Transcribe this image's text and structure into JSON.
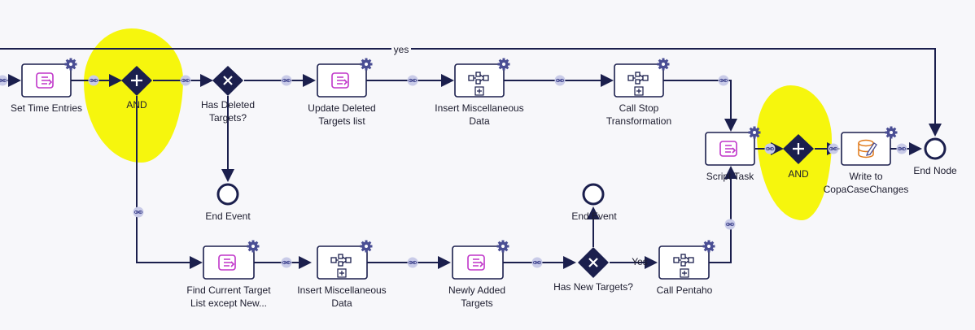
{
  "diagram": {
    "labels": {
      "set_time_entries": "Set Time Entries",
      "and_1": "AND",
      "has_deleted_targets_1": "Has Deleted",
      "has_deleted_targets_2": "Targets?",
      "update_deleted_1": "Update Deleted",
      "update_deleted_2": "Targets list",
      "insert_misc_top_1": "Insert Miscellaneous",
      "insert_misc_top_2": "Data",
      "call_stop_1": "Call Stop",
      "call_stop_2": "Transformation",
      "script_task": "Script Task",
      "and_2": "AND",
      "write_to_1": "Write to",
      "write_to_2": "CopaCaseChanges",
      "end_node": "End Node",
      "end_event_left": "End Event",
      "end_event_right": "End Event",
      "find_current_1": "Find Current Target",
      "find_current_2": "List except New...",
      "insert_misc_bottom_1": "Insert Miscellaneous",
      "insert_misc_bottom_2": "Data",
      "newly_added_1": "Newly Added",
      "newly_added_2": "Targets",
      "has_new_targets": "Has New Targets?",
      "call_pentaho": "Call Pentaho",
      "yes_top": "yes",
      "yes_bottom": "Yes"
    },
    "colors": {
      "line": "#1b1f4d",
      "task_border": "#1b1f4d",
      "script_icon": "#c035c9",
      "gear": "#4a4e94",
      "connector_dot": "#c9cbe8",
      "highlight": "#f6f500",
      "db_icon": "#e07a1a"
    }
  }
}
